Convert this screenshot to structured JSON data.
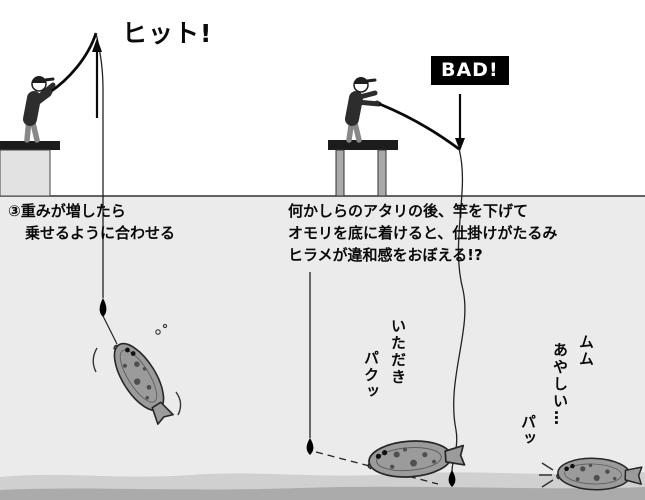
{
  "illustration": {
    "left_scene": {
      "hit_label": "ヒット!",
      "caption": [
        "③重みが増したら",
        "乗せるように合わせる"
      ]
    },
    "right_scene": {
      "bad_label": "BAD!",
      "caption": [
        "何かしらのアタリの後、竿を下げて",
        "オモリを底に着けると、仕掛けがたるみ",
        "ヒラメが違和感をおぼえる!?"
      ],
      "biting_fish_speech": [
        "いただき",
        "パクッ"
      ],
      "wary_fish_speech": [
        "ムム",
        "あやしい…",
        "パッ"
      ]
    },
    "colors": {
      "water": "#ebebeb",
      "seabed_upper": "#d0d0d0",
      "seabed_lower": "#ababab",
      "ink": "#111111",
      "badge_bg": "#000000",
      "badge_text": "#ffffff",
      "fish_body": "#9b9b9b"
    },
    "icons": {
      "up_arrow": "hookset-up-arrow",
      "down_arrow": "slack-down-arrow",
      "sinker": "sinker-teardrop"
    }
  }
}
